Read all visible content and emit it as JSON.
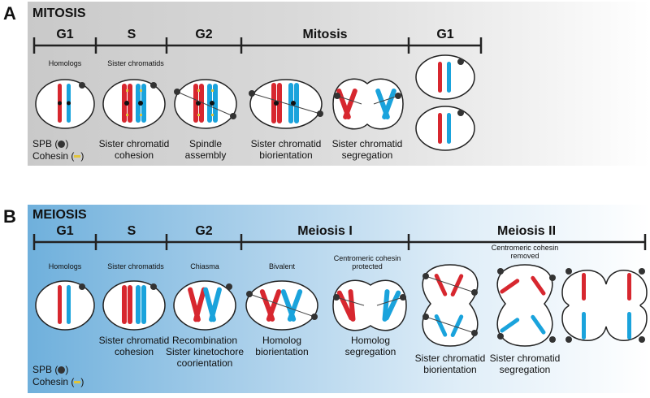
{
  "panels": [
    {
      "letter": "A",
      "title": "MITOSIS",
      "stages": [
        "G1",
        "S",
        "G2",
        "Mitosis",
        "G1"
      ],
      "captions": [
        "Sister chromatid\ncohesion",
        "Spindle\nassembly",
        "Sister chromatid\nbiorientation",
        "Sister chromatid\nsegregation"
      ],
      "labels": [
        "Homologs",
        "Sister chromatids"
      ],
      "legend": {
        "spb": "SPB (",
        "spb_end": ")",
        "cohesin": "Cohesin (",
        "cohesin_end": ")"
      }
    },
    {
      "letter": "B",
      "title": "MEIOSIS",
      "stages": [
        "G1",
        "S",
        "G2",
        "Meiosis I",
        "Meiosis II"
      ],
      "captions": [
        "Sister chromatid\ncohesion",
        "Recombination\nSister kinetochore\ncoorientation",
        "Homolog\nbiorientation",
        "Homolog\nsegregation",
        "Sister chromatid\nbiorientation",
        "Sister chromatid\nsegregation"
      ],
      "labels": [
        "Homologs",
        "Sister chromatids",
        "Chiasma",
        "Bivalent",
        "Centromeric cohesin\nprotected",
        "Centromeric cohesin\nremoved"
      ],
      "legend": {
        "spb": "SPB (",
        "spb_end": ")",
        "cohesin": "Cohesin (",
        "cohesin_end": ")"
      }
    }
  ],
  "colors": {
    "red_chromosome": "#d7272f",
    "blue_chromosome": "#1aa3dc",
    "cohesin": "#e0c43c",
    "timeline": "#222222"
  }
}
